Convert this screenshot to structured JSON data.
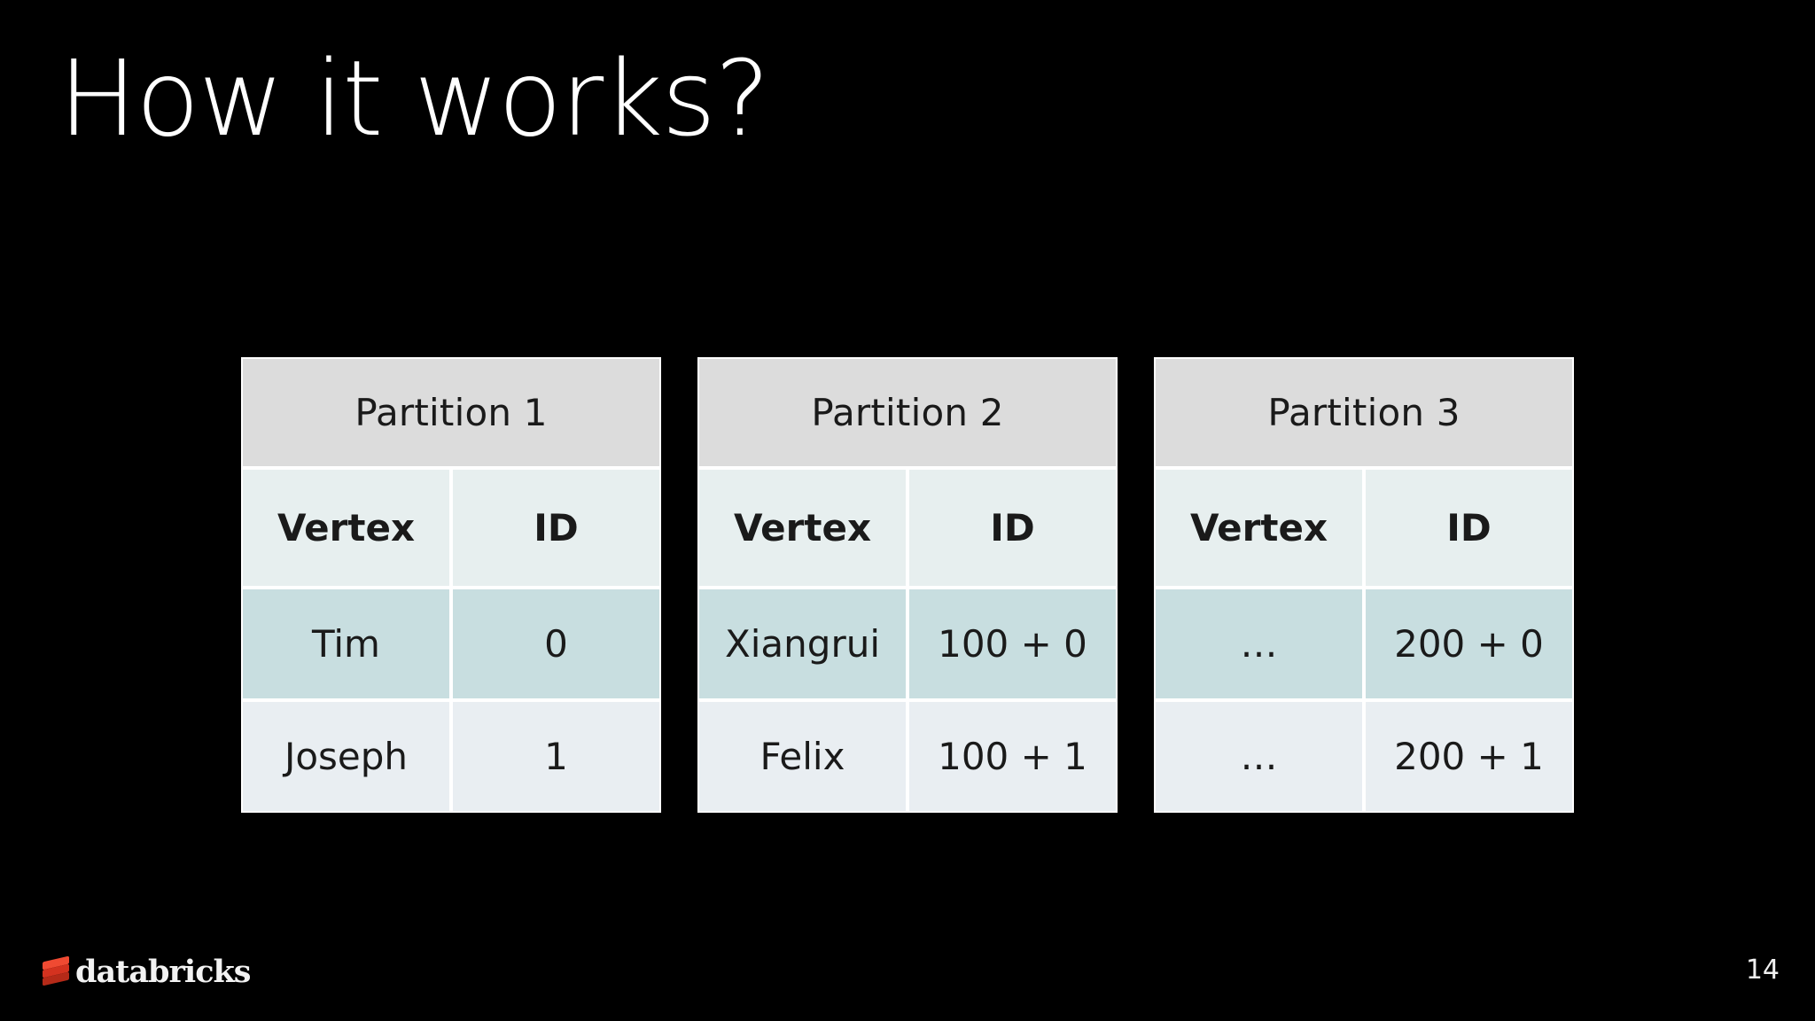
{
  "slide": {
    "title": "How it works?",
    "background_color": "#000000",
    "title_color": "#FFFFFF",
    "page_number": "14"
  },
  "brand": {
    "name": "databricks",
    "logo_color": "#E03A28",
    "text_color": "#F2F2F2"
  },
  "palette": {
    "partition_header_bg": "#DCDCDC",
    "column_header_bg": "#E7EFEF",
    "row_tint_a_bg": "#C8DEE0",
    "row_tint_b_bg": "#E9EEF2",
    "cell_text": "#1A1A1A",
    "grid_line": "#FFFFFF"
  },
  "tables": [
    {
      "title": "Partition 1",
      "columns": [
        "Vertex",
        "ID"
      ],
      "rows": [
        {
          "vertex": "Tim",
          "id": "0"
        },
        {
          "vertex": "Joseph",
          "id": "1"
        }
      ]
    },
    {
      "title": "Partition 2",
      "columns": [
        "Vertex",
        "ID"
      ],
      "rows": [
        {
          "vertex": "Xiangrui",
          "id": "100 + 0"
        },
        {
          "vertex": "Felix",
          "id": "100 + 1"
        }
      ]
    },
    {
      "title": "Partition 3",
      "columns": [
        "Vertex",
        "ID"
      ],
      "rows": [
        {
          "vertex": "…",
          "id": "200 + 0"
        },
        {
          "vertex": "…",
          "id": "200 + 1"
        }
      ]
    }
  ]
}
